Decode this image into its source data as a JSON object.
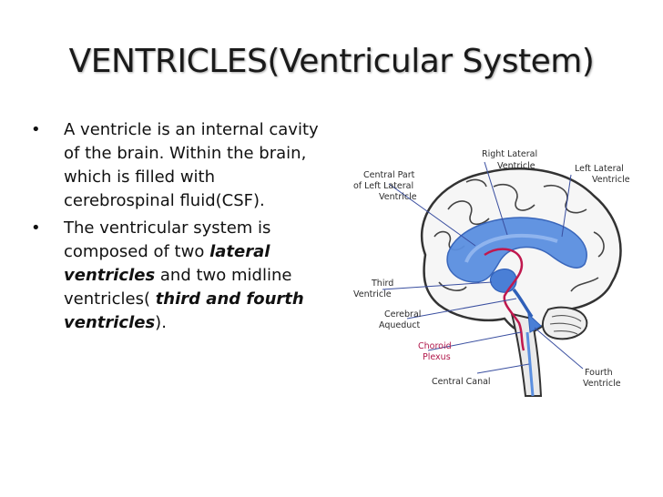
{
  "slide": {
    "title": "VENTRICLES(Ventricular System)",
    "bullets": [
      {
        "text": "A ventricle is an internal cavity of the brain. Within the brain, which is filled with cerebrospinal fluid(CSF)."
      },
      {
        "part1": "The ventricular system is composed of two ",
        "bold1": "lateral ventricles",
        "part2": " and two midline ventricles( ",
        "bold2": "third and fourth ventricles",
        "part3": ")."
      }
    ],
    "bullet_char": "•"
  },
  "diagram": {
    "labels": {
      "right_lateral_1": "Right Lateral",
      "right_lateral_2": "Ventricle",
      "left_lateral_1": "Left Lateral",
      "left_lateral_2": "Ventricle",
      "central_part_1": "Central Part",
      "central_part_2": "of Left Lateral",
      "central_part_3": "Ventricle",
      "third_1": "Third",
      "third_2": "Ventricle",
      "aqueduct_1": "Cerebral",
      "aqueduct_2": "Aqueduct",
      "choroid_1": "Choroid",
      "choroid_2": "Plexus",
      "central_canal": "Central Canal",
      "fourth_1": "Fourth",
      "fourth_2": "Ventricle"
    },
    "colors": {
      "ventricle_fill": "#5b8fe0",
      "ventricle_dark": "#2f5fb8",
      "choroid": "#c0184e",
      "outline": "#333333",
      "pointer": "#3a4fa0"
    }
  }
}
